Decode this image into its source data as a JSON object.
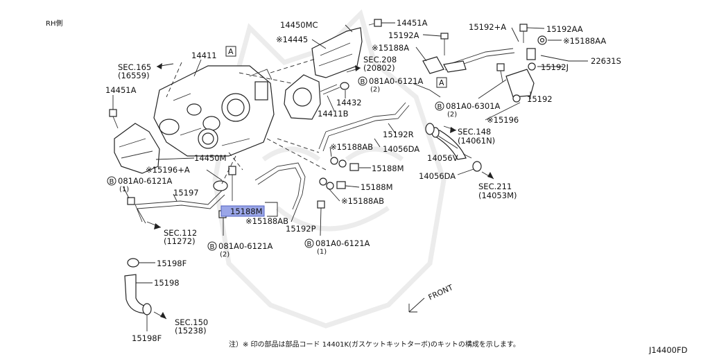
{
  "header": {
    "side": "RH側"
  },
  "labels": {
    "p14411": "14411",
    "p14450MC": "14450MC",
    "p14451A_top": "14451A",
    "p15192A": "15192A",
    "p15192_plusA": "15192+A",
    "p15192AA": "15192AA",
    "p15188AA": "※15188AA",
    "p22631S": "22631S",
    "p15192J": "15192J",
    "p14445": "※14445",
    "p15188A": "※15188A",
    "sec208": "SEC.208",
    "sec208_sub": "(20802)",
    "sec165": "SEC.165",
    "sec165_sub": "(16559)",
    "p14451A_left": "14451A",
    "p14432": "14432",
    "p14411B": "14411B",
    "b_081A0_6121A_top": "081A0-6121A",
    "b_081A0_6121A_top_qty": "(2)",
    "b_081A0_6301A": "081A0-6301A",
    "b_081A0_6301A_qty": "(2)",
    "p15192": "15192",
    "p15196_right": "※15196",
    "p15192R": "15192R",
    "sec148": "SEC.148",
    "sec148_sub": "(14061N)",
    "p15188AB_mid": "※15188AB",
    "p14056DA_mid": "14056DA",
    "p14056V": "14056V",
    "p14450M": "14450M",
    "p15196_plusA": "※15196+A",
    "p15188M_mid": "15188M",
    "b_081A0_6121A_left": "081A0-6121A",
    "b_081A0_6121A_left_qty": "(1)",
    "p15197": "15197",
    "p14056DA_low": "14056DA",
    "sec211": "SEC.211",
    "sec211_sub": "(14053M)",
    "p15188M_low": "15188M",
    "p15188AB_low": "※15188AB",
    "p15188M_highlight": "15188M",
    "p15188AB_under": "※15188AB",
    "sec112": "SEC.112",
    "sec112_sub": "(11272)",
    "p15192P": "15192P",
    "b_081A0_6121A_bl": "081A0-6121A",
    "b_081A0_6121A_bl_qty": "(2)",
    "b_081A0_6121A_bm": "081A0-6121A",
    "b_081A0_6121A_bm_qty": "(1)",
    "p15198F_top": "15198F",
    "p15198": "15198",
    "sec150": "SEC.150",
    "sec150_sub": "(15238)",
    "p15198F_bottom": "15198F",
    "front": "FRONT",
    "view_A1": "A",
    "view_A2": "A",
    "bolt_mark": "B"
  },
  "footer": {
    "note": "注）※ 印の部品は部品コード 14401K(ガスケットキットターボ)のキットの構成を示します。",
    "diagram_id": "J14400FD"
  },
  "colors": {
    "highlight": "#9aa6e8",
    "line": "#222222",
    "watermark": "#ececec"
  }
}
